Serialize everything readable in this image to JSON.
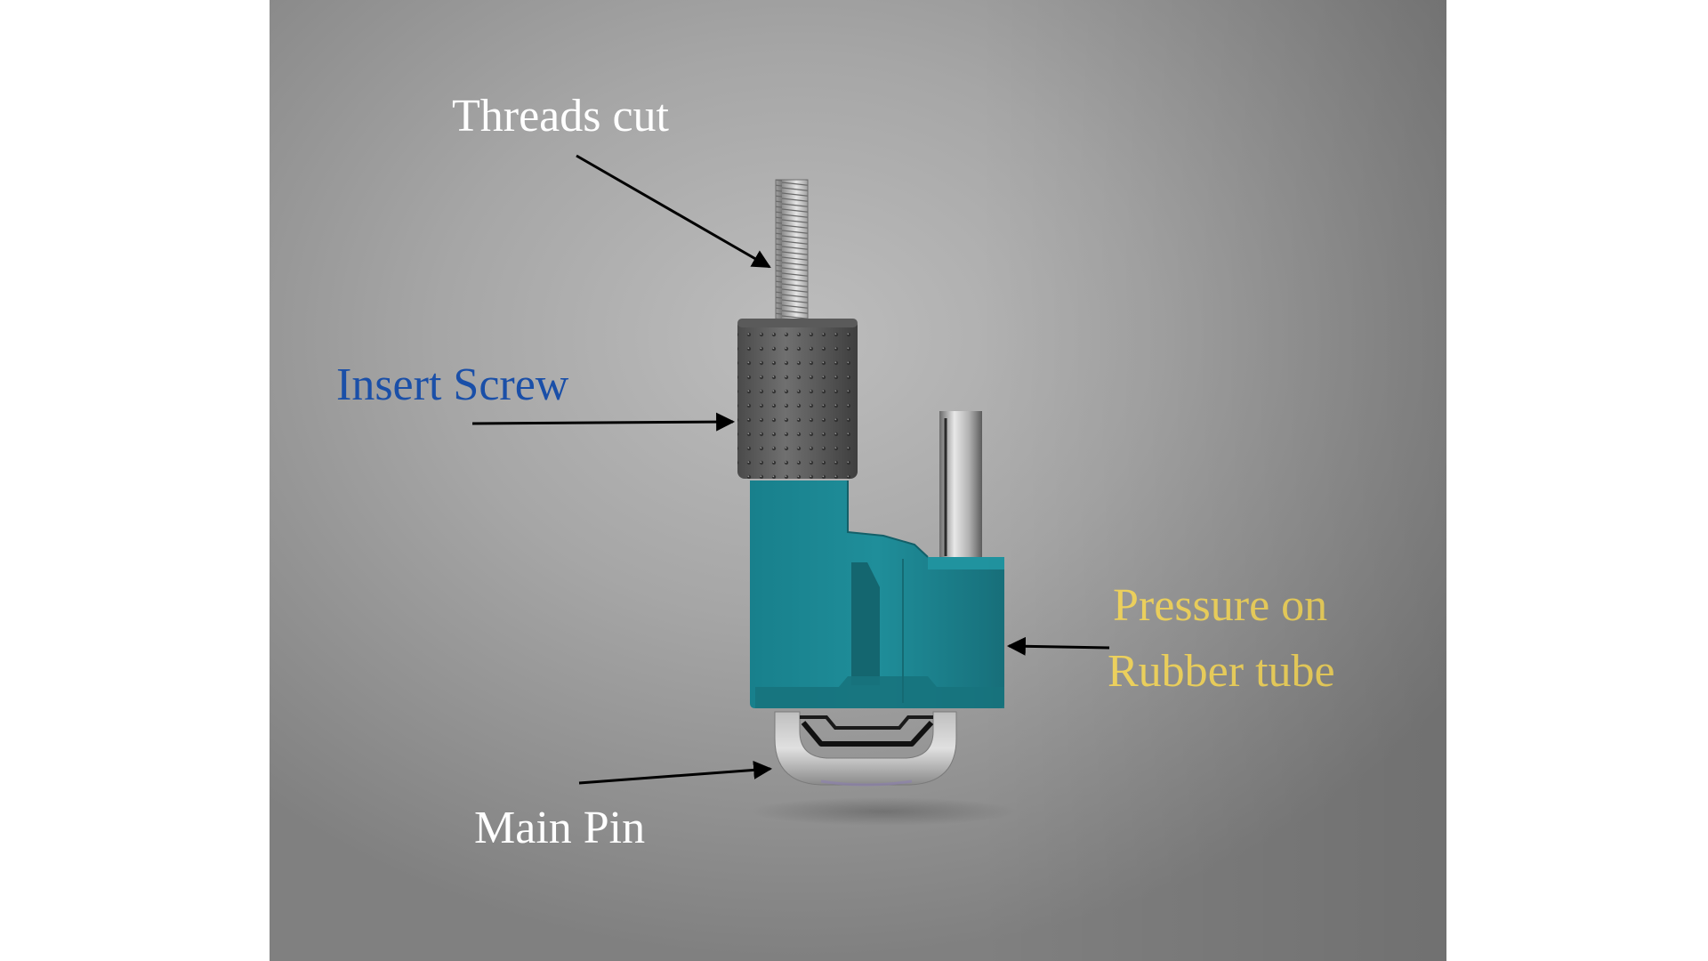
{
  "labels": {
    "threads_cut": "Threads cut",
    "insert_screw": "Insert Screw",
    "pressure_line1": "Pressure on",
    "pressure_line2": "Rubber tube",
    "main_pin": "Main Pin"
  },
  "colors": {
    "threads_cut": "#ffffff",
    "insert_screw": "#1a4fa8",
    "pressure": "#f5d860",
    "main_pin": "#ffffff",
    "body": "#1f8a96",
    "arrow": "#000000"
  }
}
